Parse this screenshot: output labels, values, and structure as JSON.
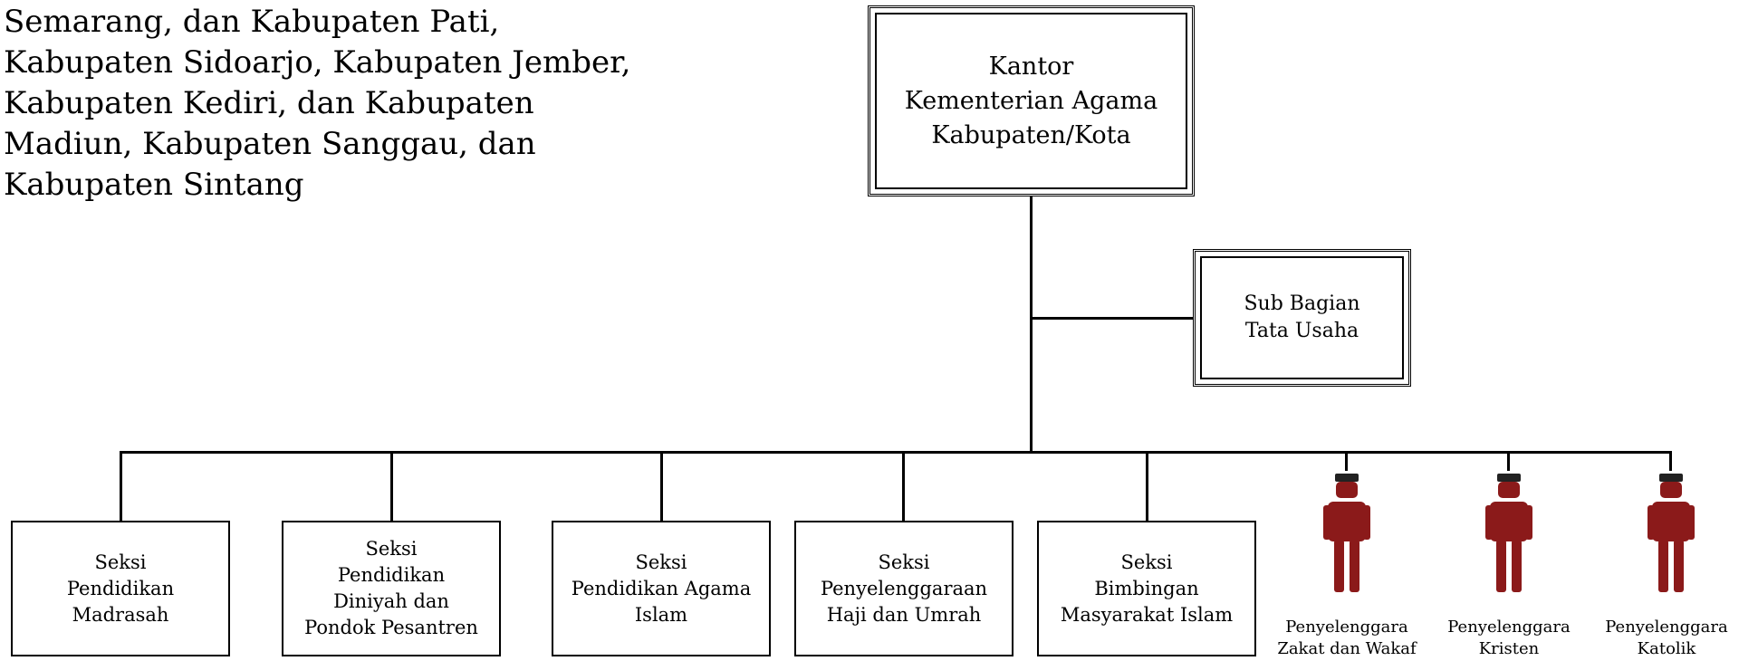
{
  "intro_text": [
    "Semarang, dan Kabupaten Pati,",
    "Kabupaten Sidoarjo, Kabupaten Jember,",
    "Kabupaten Kediri, dan Kabupaten",
    "Madiun,  Kabupaten Sanggau, dan",
    "Kabupaten Sintang"
  ],
  "chart": {
    "head": {
      "lines": [
        "Kantor",
        "Kementerian Agama",
        "Kabupaten/Kota"
      ]
    },
    "sub_bagian": {
      "lines": [
        "Sub Bagian",
        "Tata Usaha"
      ]
    },
    "seksi": [
      {
        "lines": [
          "Seksi",
          "Pendidikan",
          "Madrasah"
        ]
      },
      {
        "lines": [
          "Seksi",
          "Pendidikan",
          "Diniyah dan",
          "Pondok Pesantren"
        ]
      },
      {
        "lines": [
          "Seksi",
          "Pendidikan Agama",
          "Islam"
        ]
      },
      {
        "lines": [
          "Seksi",
          "Penyelenggaraan",
          "Haji dan Umrah"
        ]
      },
      {
        "lines": [
          "Seksi",
          "Bimbingan",
          "Masyarakat Islam"
        ]
      }
    ],
    "penyelenggara": [
      {
        "lines": [
          "Penyelenggara",
          "Zakat dan Wakaf"
        ],
        "icon": "person-icon"
      },
      {
        "lines": [
          "Penyelenggara",
          "Kristen"
        ],
        "icon": "person-icon"
      },
      {
        "lines": [
          "Penyelenggara",
          "Katolik"
        ],
        "icon": "person-icon"
      }
    ],
    "colors": {
      "person_fill": "#8b1a1a",
      "person_hat": "#222222",
      "line": "#000000"
    }
  }
}
